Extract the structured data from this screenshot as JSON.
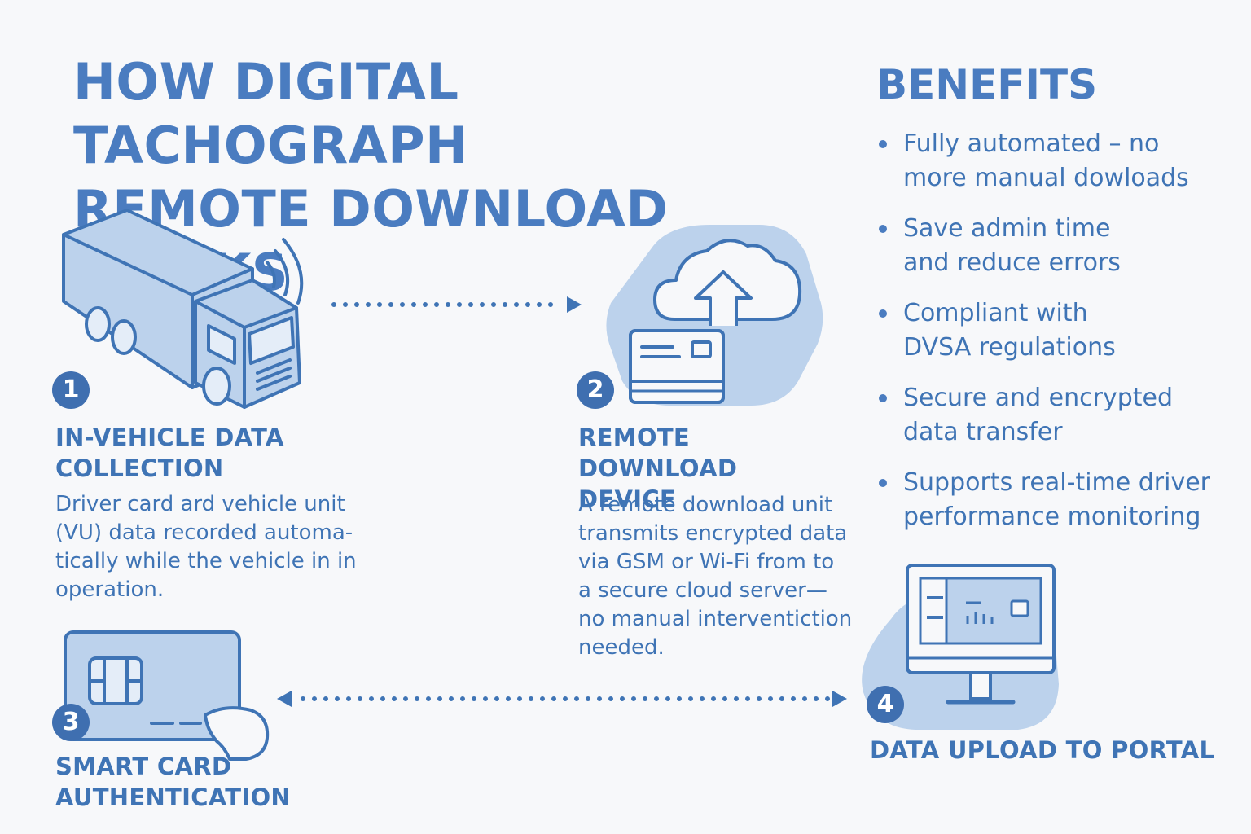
{
  "title": {
    "line1": "HOW DIGITAL TACHOGRAPH",
    "line2": "REMOTE DOWNLOAD WORKS"
  },
  "benefits": {
    "heading": "BENEFITS",
    "items": [
      {
        "line1": "Fully automated – no",
        "line2": "more manual dowloads"
      },
      {
        "line1": "Save admin time",
        "line2": "and reduce errors"
      },
      {
        "line1": "Compliant with",
        "line2": "DVSA regulations"
      },
      {
        "line1": "Secure and encrypted",
        "line2": "data transfer"
      },
      {
        "line1": "Supports real-time driver",
        "line2": "performance monitoring"
      }
    ]
  },
  "steps": [
    {
      "number": "1",
      "heading_line1": "IN-VEHICLE DATA",
      "heading_line2": "COLLECTION",
      "desc": [
        "Driver card ard vehicle unit",
        "(VU) data recorded automa-",
        "tically while the vehicle in in",
        "operation."
      ],
      "icon": "truck-icon"
    },
    {
      "number": "2",
      "heading_line1": "REMOTE DOWNLOAD",
      "heading_line2": "DEVICE",
      "desc": [
        "A remote download unit",
        "transmits encrypted data",
        "via GSM or Wi-Fi from to",
        "a secure cloud server—",
        "no manual interventiction",
        "needed."
      ],
      "icon": "cloud-upload-icon"
    },
    {
      "number": "3",
      "heading_line1": "SMART CARD",
      "heading_line2": "AUTHENTICATION",
      "icon": "smart-card-icon"
    },
    {
      "number": "4",
      "heading_line1": "DATA UPLOAD TO PORTAL",
      "icon": "monitor-icon"
    }
  ],
  "colors": {
    "primary": "#3f74b5",
    "fill": "#bcd2ec",
    "background": "#f7f8fa"
  }
}
